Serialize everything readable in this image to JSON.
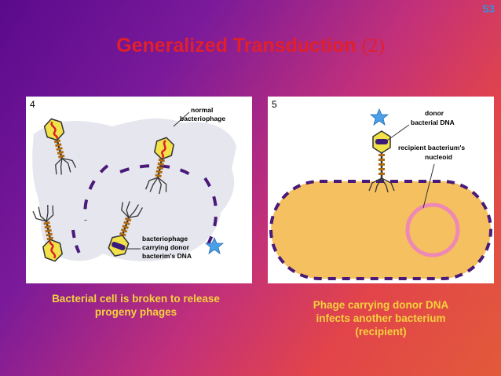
{
  "slide_number": "53",
  "title": {
    "text": "Generalized Transduction",
    "number": "(2)"
  },
  "panel_left": {
    "number": "4",
    "label_normal_line1": "normal",
    "label_normal_line2": "bacteriophage",
    "label_carry_line1": "bacteriophage",
    "label_carry_line2": "carrying donor",
    "label_carry_line3": "bacterim's DNA"
  },
  "panel_right": {
    "number": "5",
    "label_donor_line1": "donor",
    "label_donor_line2": "bacterial DNA",
    "label_recip_line1": "recipient bacterium's",
    "label_recip_line2": "nucleoid"
  },
  "caption_left": {
    "line1": "Bacterial cell is broken to release",
    "line2": "progeny phages"
  },
  "caption_right": {
    "line1": "Phage carrying  donor DNA",
    "line2": "infects another bacterium",
    "line3": "(recipient)"
  },
  "colors": {
    "title": "#e0202a",
    "caption": "#f4d23c",
    "slide_number": "#3a8fd8",
    "phage_head": "#f2e24a",
    "phage_dna": "#d8202a",
    "bacterium_body": "#f4c060",
    "nucleoid": "#ee88b4",
    "star": "#4aa0e8"
  }
}
